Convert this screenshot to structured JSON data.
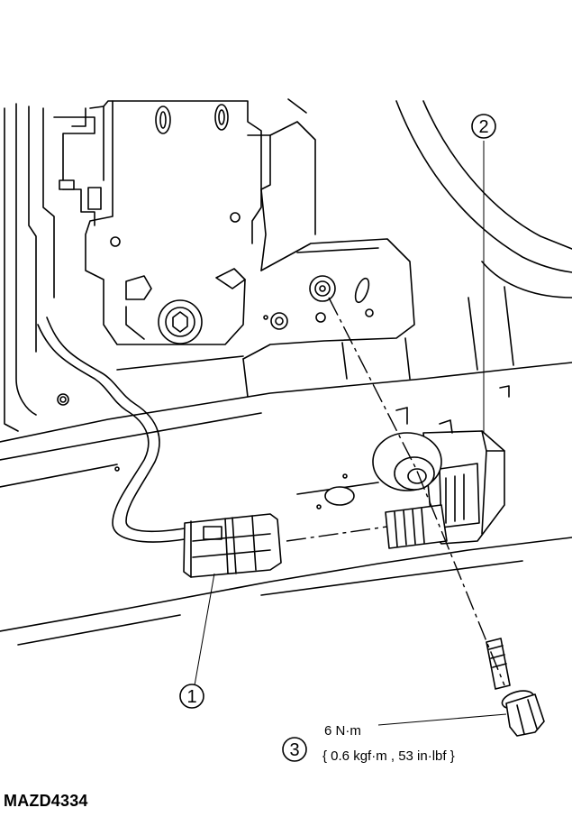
{
  "callouts": [
    {
      "id": "1",
      "number": "1"
    },
    {
      "id": "2",
      "number": "2"
    },
    {
      "id": "3",
      "number": "3"
    }
  ],
  "torque": {
    "line1": "6 N·m",
    "line2": "{ 0.6 kgf·m , 53 in·lbf }"
  },
  "figure_id": "MAZD4334"
}
